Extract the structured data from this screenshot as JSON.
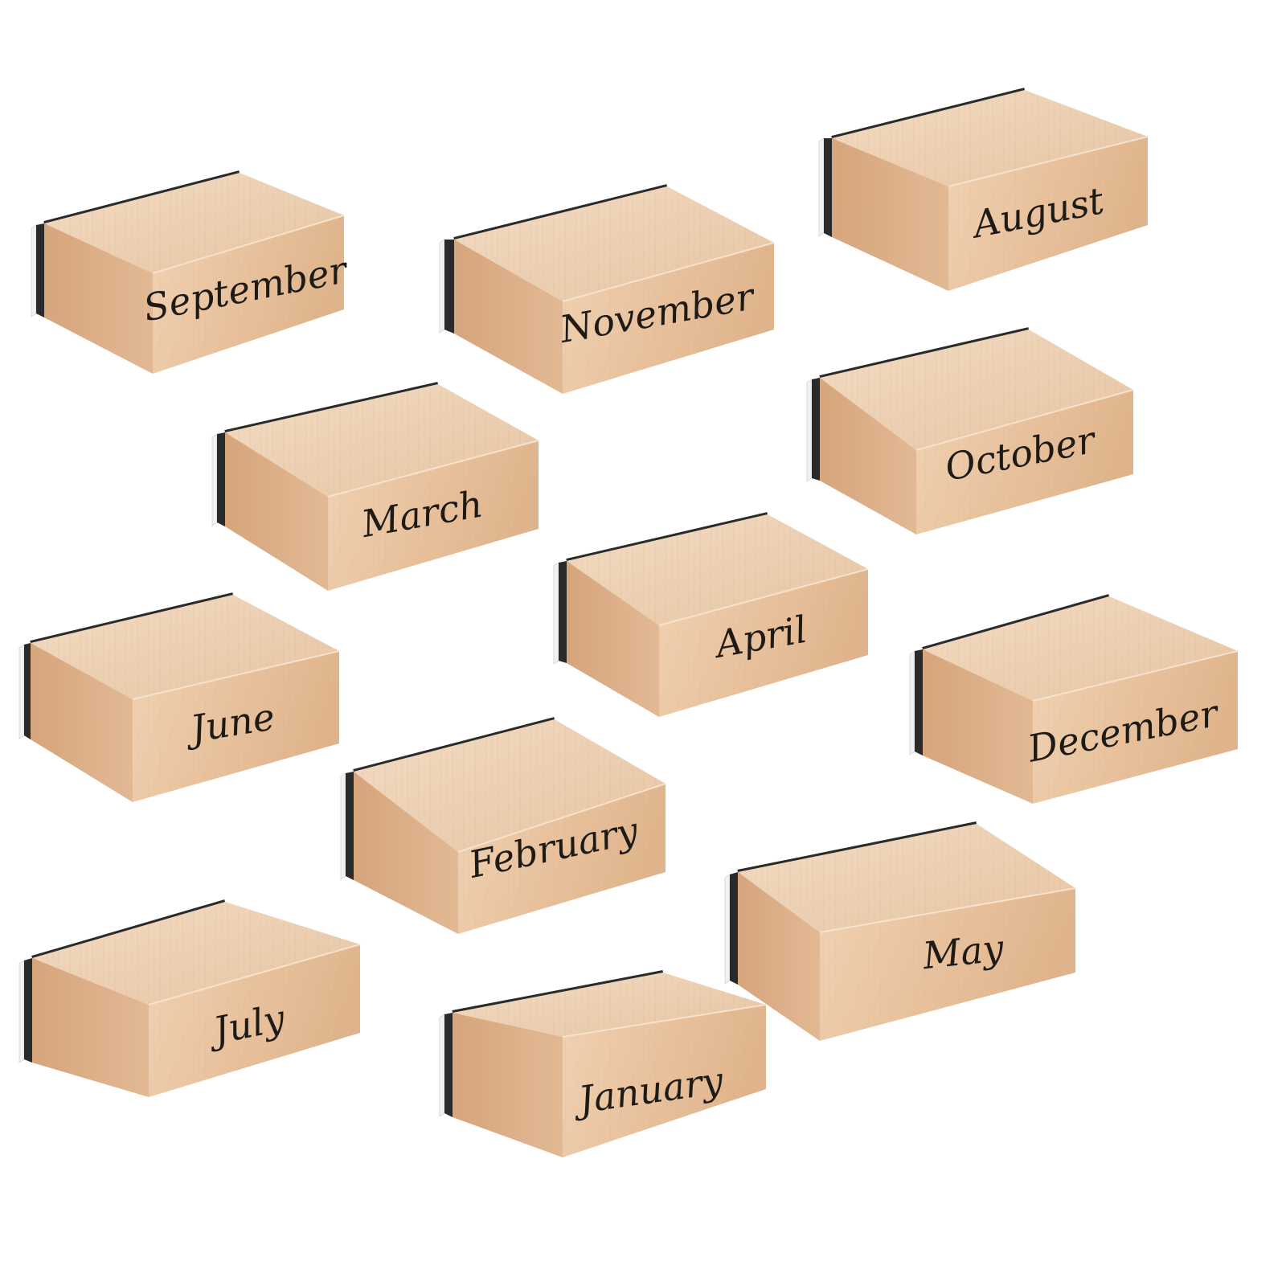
{
  "background_color": "#ffffff",
  "colors": {
    "wood_front": "#e8c4a2",
    "wood_top": "#ecd0b4",
    "wood_side": "#d9ad87",
    "foam": "#2a2a2a",
    "rubber": "#f2f2f2",
    "ink": "#1e1a16"
  },
  "stamps": [
    {
      "id": "september",
      "label": "September"
    },
    {
      "id": "november",
      "label": "November"
    },
    {
      "id": "august",
      "label": "August"
    },
    {
      "id": "march",
      "label": "March"
    },
    {
      "id": "october",
      "label": "October"
    },
    {
      "id": "april",
      "label": "April"
    },
    {
      "id": "june",
      "label": "June"
    },
    {
      "id": "december",
      "label": "December"
    },
    {
      "id": "february",
      "label": "February"
    },
    {
      "id": "may",
      "label": "May"
    },
    {
      "id": "july",
      "label": "July"
    },
    {
      "id": "january",
      "label": "January"
    }
  ]
}
